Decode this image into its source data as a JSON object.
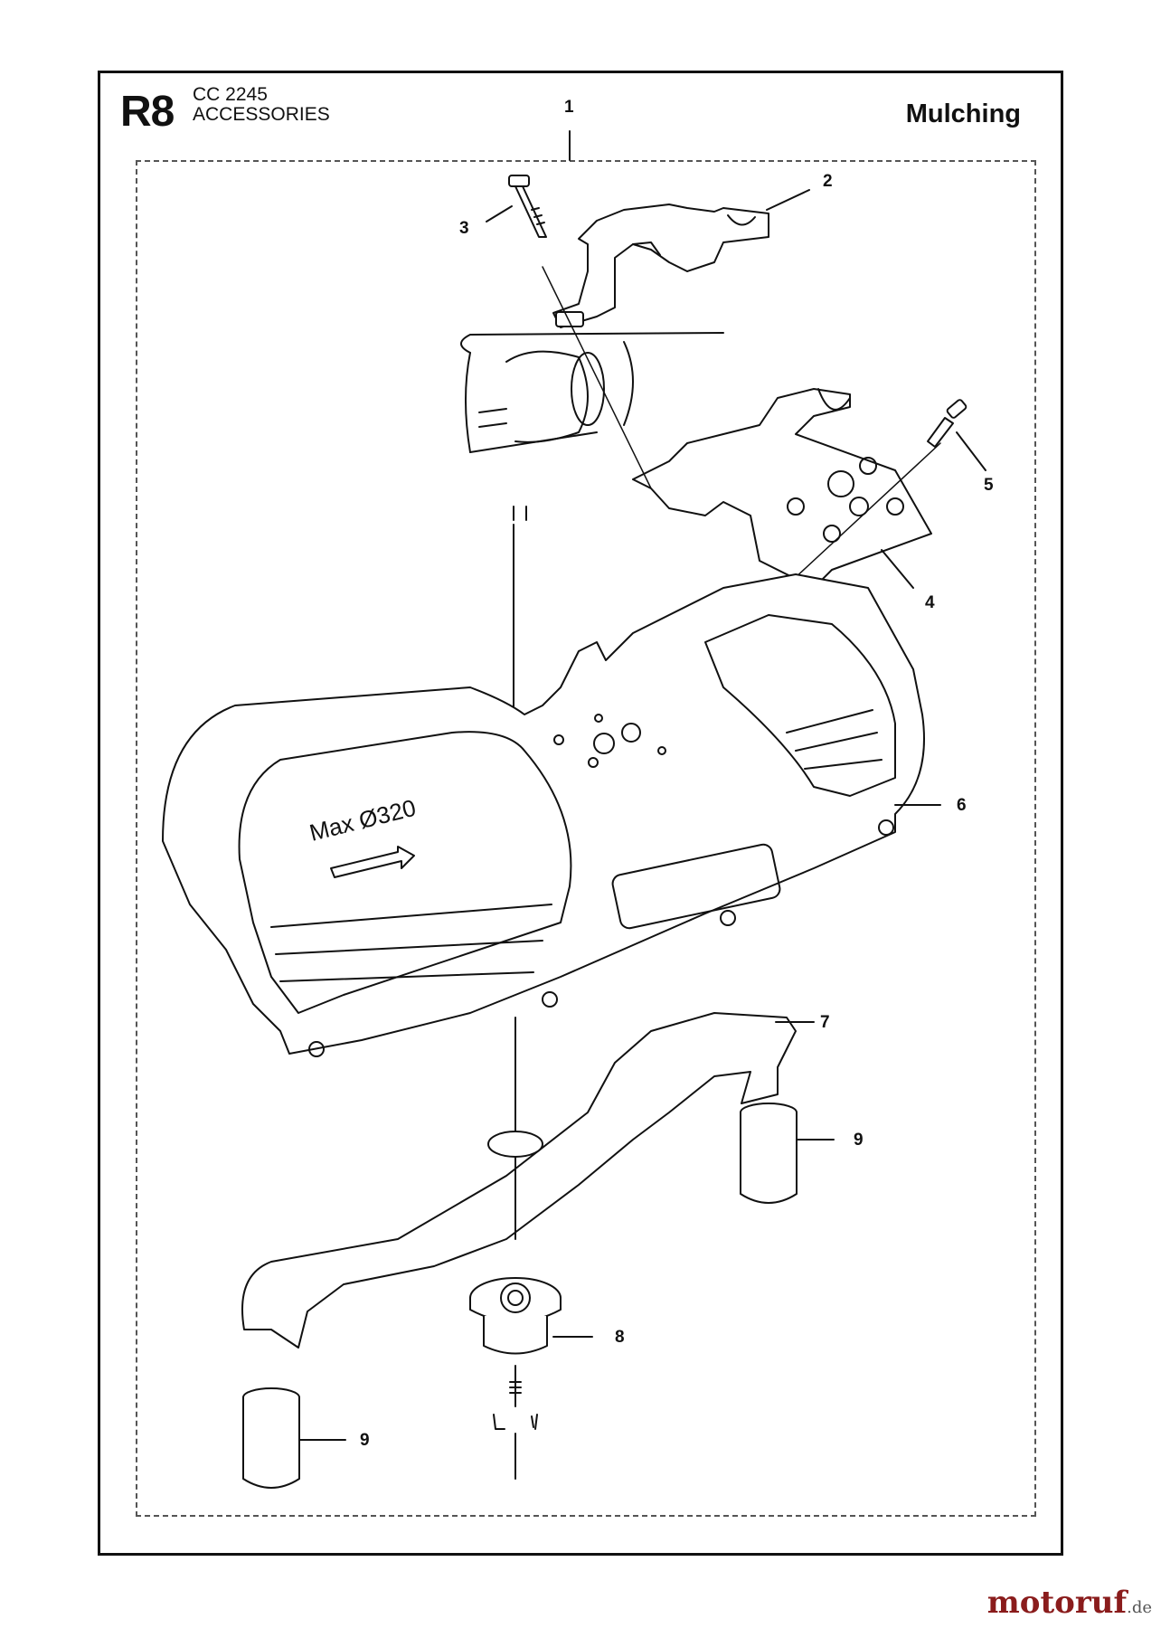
{
  "header": {
    "page_code": "R8",
    "model": "CC 2245",
    "section": "ACCESSORIES",
    "title": "Mulching"
  },
  "callouts": [
    "1",
    "2",
    "3",
    "4",
    "5",
    "6",
    "7",
    "8",
    "9",
    "9"
  ],
  "diagram": {
    "guard_marking": "Max Ø320"
  },
  "watermark": {
    "brand": "motoruf",
    "tld": ".de"
  }
}
